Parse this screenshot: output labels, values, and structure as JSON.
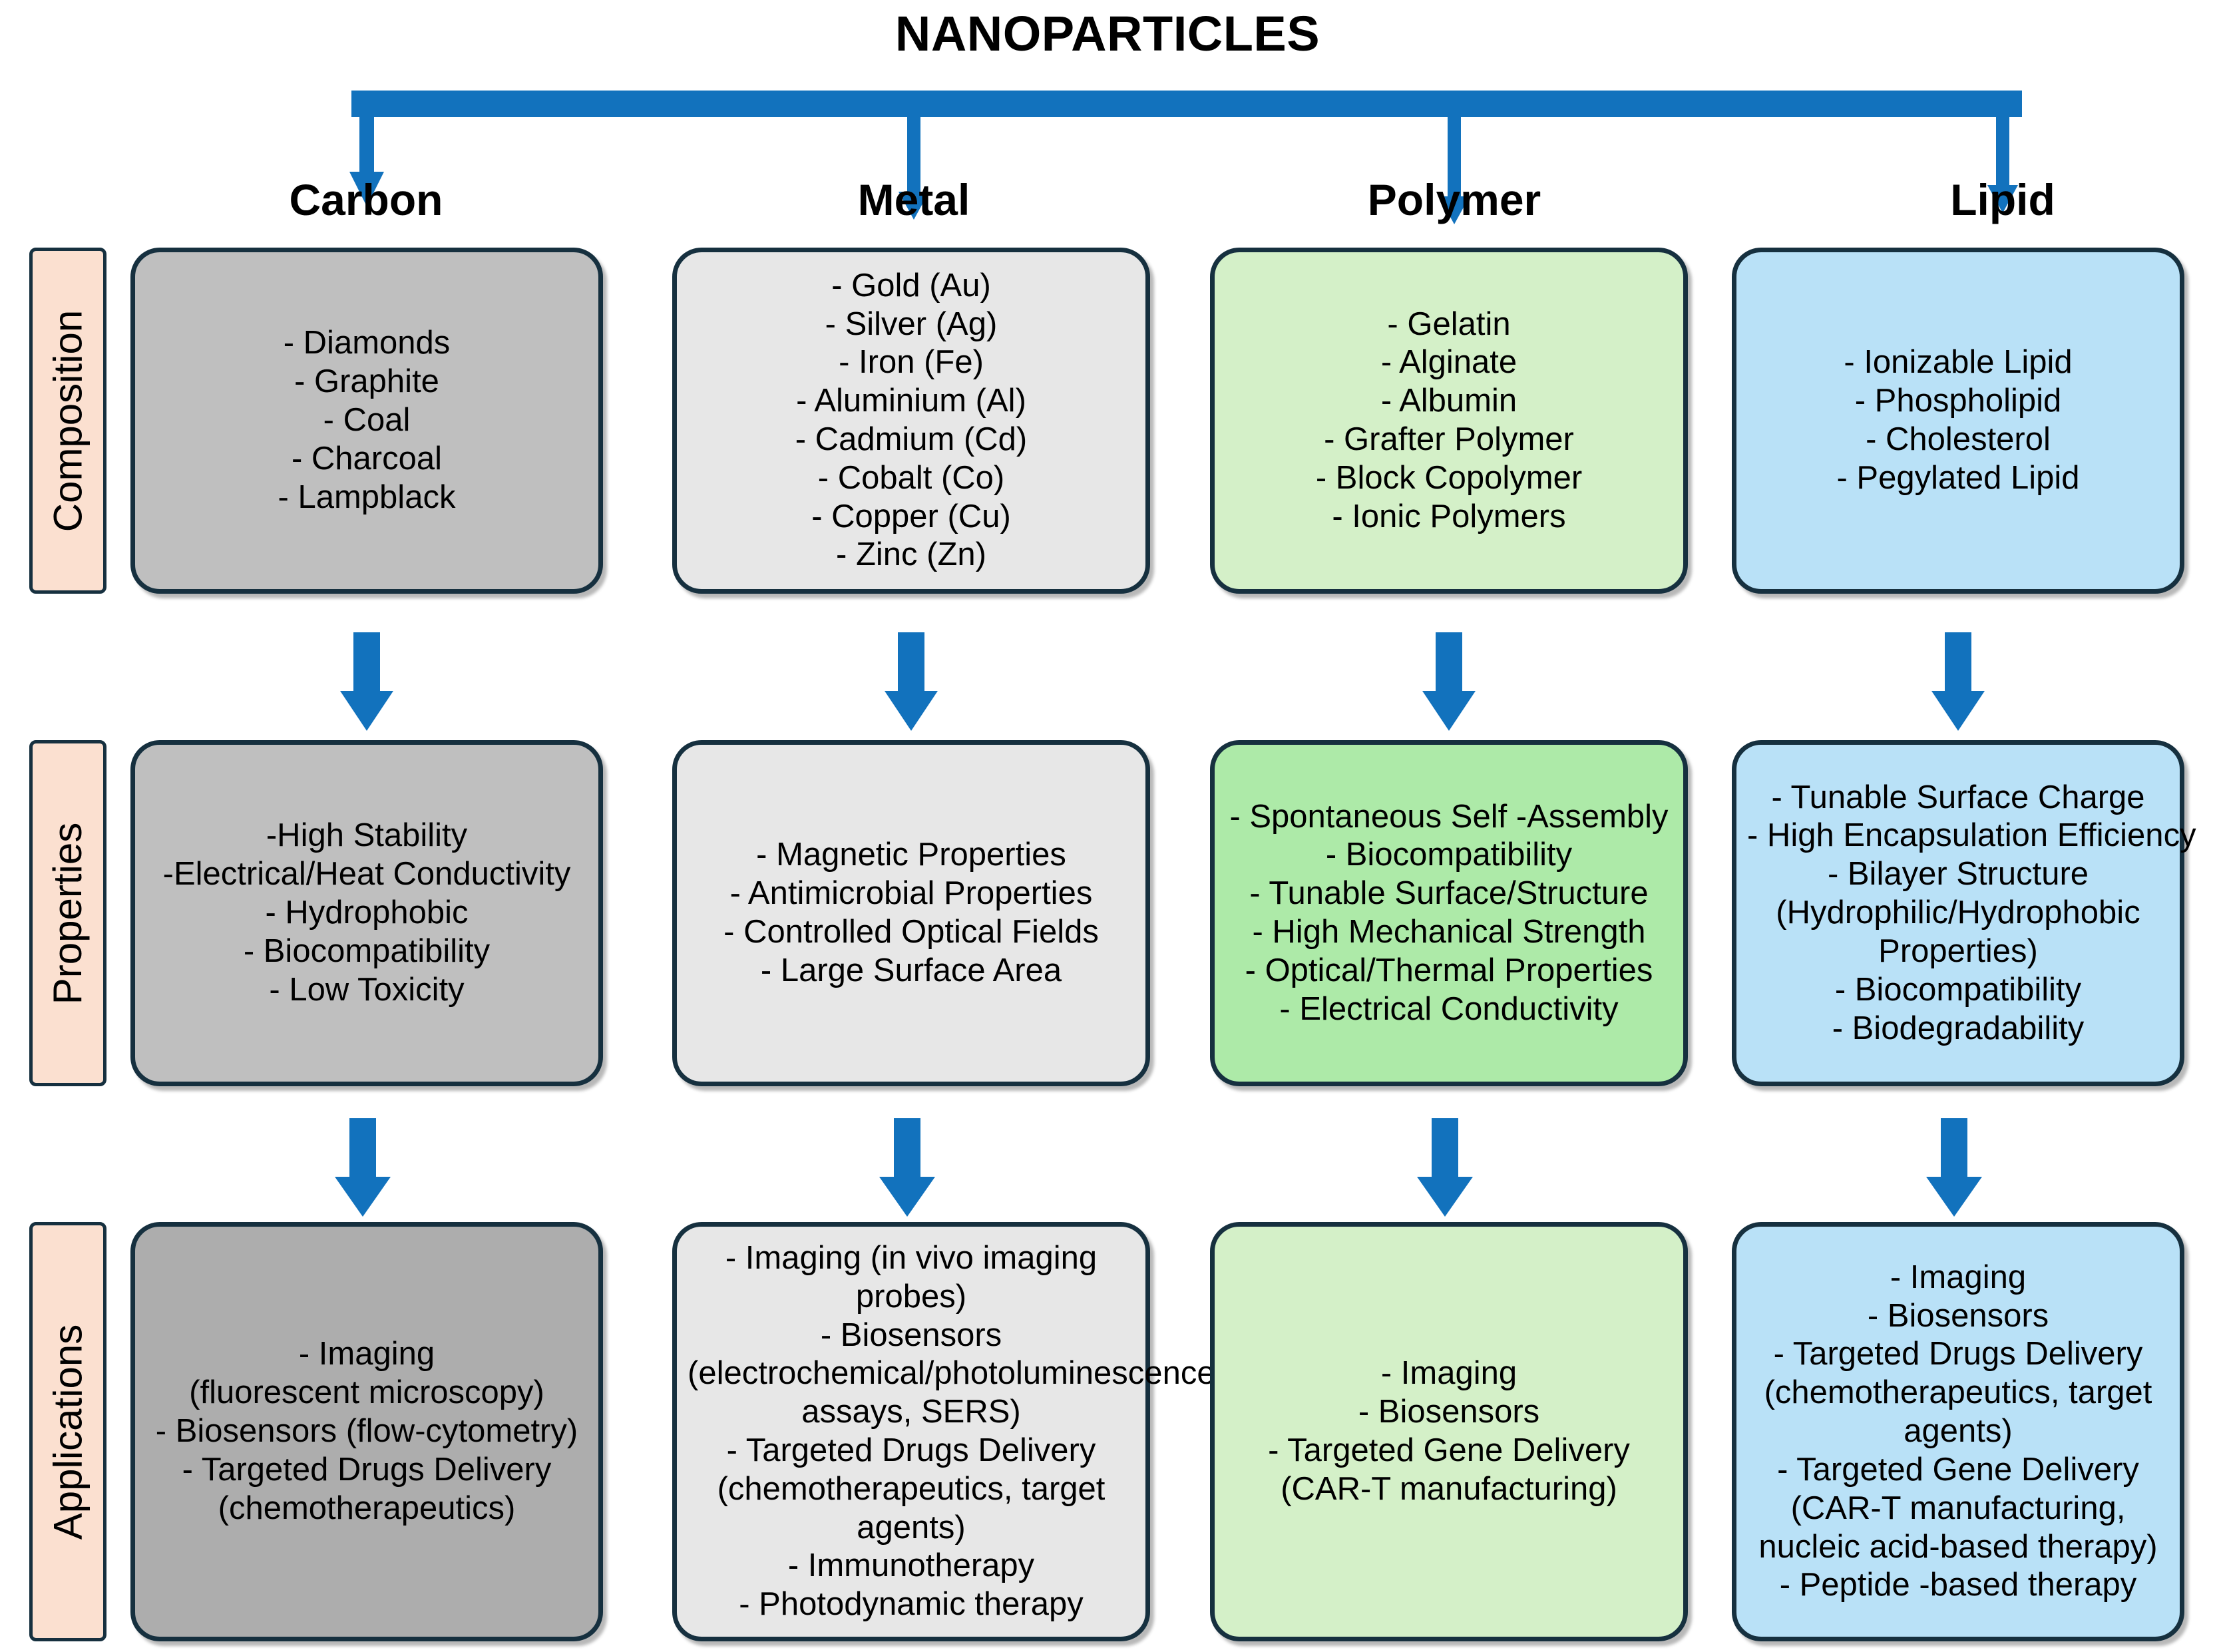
{
  "title": "NANOPARTICLES",
  "accent_color": "#1272bd",
  "border_color": "#16303f",
  "row_label_fill": "#fbe0d0",
  "columns": [
    {
      "key": "carbon",
      "header": "Carbon",
      "fill": "#bfbfbf"
    },
    {
      "key": "metal",
      "header": "Metal",
      "fill": "#e7e7e7"
    },
    {
      "key": "polymer",
      "header": "Polymer",
      "fill": "#d4f0c8"
    },
    {
      "key": "lipid",
      "header": "Lipid",
      "fill": "#b9e1f7"
    }
  ],
  "rows": [
    {
      "key": "composition",
      "label": "Composition"
    },
    {
      "key": "properties",
      "label": "Properties"
    },
    {
      "key": "applications",
      "label": "Applications"
    }
  ],
  "cells": {
    "composition": {
      "carbon": [
        "- Diamonds",
        "- Graphite",
        "- Coal",
        "- Charcoal",
        "- Lampblack"
      ],
      "metal": [
        "-    Gold (Au)",
        "-    Silver (Ag)",
        "-    Iron (Fe)",
        "-    Aluminium  (Al)",
        "-    Cadmium (Cd)",
        "-    Cobalt (Co)",
        "-    Copper (Cu)",
        "-    Zinc (Zn)"
      ],
      "polymer": [
        "-    Gelatin",
        "-    Alginate",
        "-    Albumin",
        "-    Grafter Polymer",
        "-    Block Copolymer",
        "-    Ionic Polymers"
      ],
      "lipid": [
        "-    Ionizable Lipid",
        "-    Phospholipid",
        "-    Cholesterol",
        "-    Pegylated Lipid"
      ]
    },
    "properties": {
      "carbon": [
        "-High Stability",
        "-Electrical/Heat Conductivity",
        "- Hydrophobic",
        "- Biocompatibility",
        "- Low Toxicity"
      ],
      "metal": [
        "-   Magnetic Properties",
        "-   Antimicrobial Properties",
        "-   Controlled Optical Fields",
        "-   Large Surface Area"
      ],
      "polymer": [
        "- Spontaneous Self -Assembly",
        "- Biocompatibility",
        "- Tunable  Surface/Structure",
        "- High Mechanical Strength",
        "- Optical/Thermal Properties",
        "- Electrical Conductivity"
      ],
      "lipid": [
        "-    Tunable  Surface Charge",
        "-   High Encapsulation Efficiency",
        "-    Bilayer Structure",
        "(Hydrophilic/Hydrophobic",
        "Properties)",
        "-   Biocompatibility",
        "-   Biodegradability"
      ]
    },
    "applications": {
      "carbon": [
        "-   Imaging",
        "(fluorescent microscopy)",
        "-  Biosensors (flow-cytometry)",
        "-  Targeted Drugs Delivery",
        "(chemotherapeutics)"
      ],
      "metal": [
        "-   Imaging (in vivo imaging probes)",
        "-   Biosensors (electrochemical/photoluminescence assays, SERS)",
        "-  Targeted  Drugs  Delivery (chemotherapeutics, target agents)",
        "-   Immunotherapy",
        "-  Photodynamic therapy"
      ],
      "polymer": [
        "-    Imaging",
        "-   Biosensors",
        "-  Targeted Gene Delivery",
        "(CAR-T manufacturing)"
      ],
      "lipid": [
        "-   Imaging",
        "-   Biosensors",
        "-   Targeted  Drugs Delivery (chemotherapeutics, target agents)",
        "-   Targeted Gene Delivery (CAR-T manufacturing, nucleic acid-based therapy)",
        "-   Peptide -based therapy"
      ]
    }
  },
  "arrows": {
    "trunk": "horizontal-bus-from-title",
    "down_arrow_count": 12
  }
}
